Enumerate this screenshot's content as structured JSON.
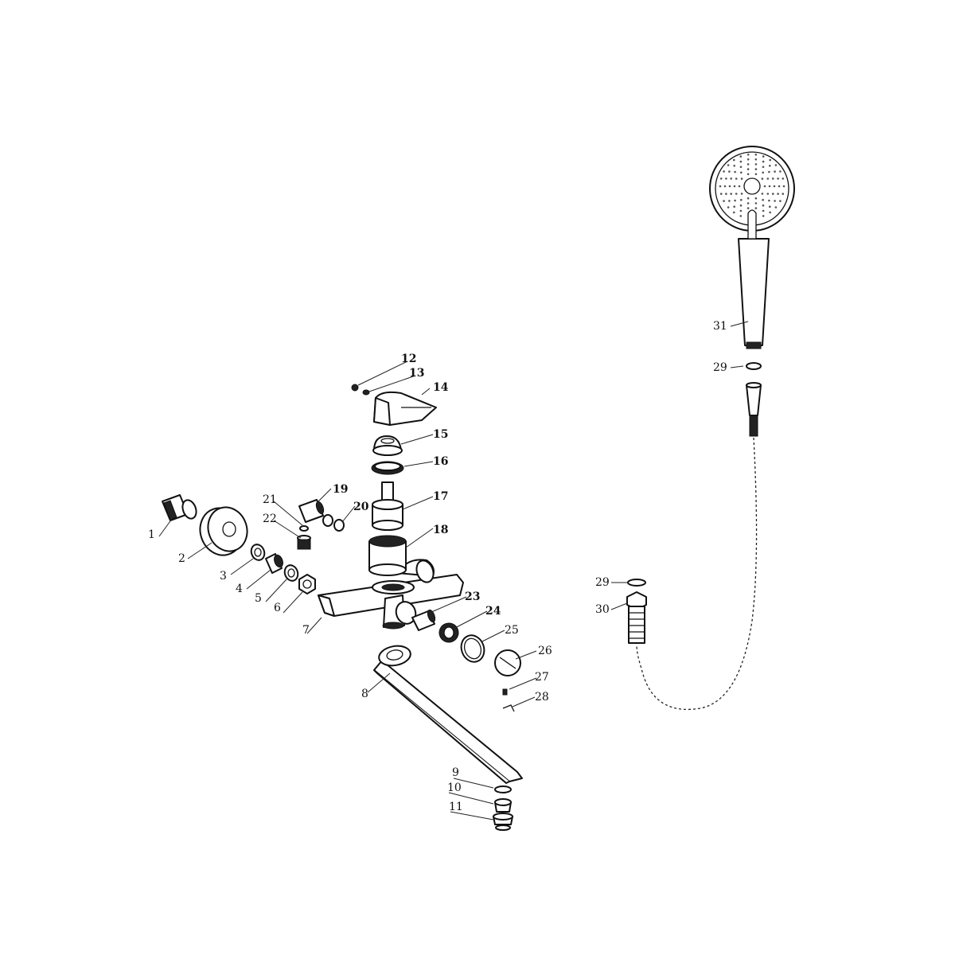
{
  "labels": {
    "p1": "1",
    "p2": "2",
    "p3": "3",
    "p4": "4",
    "p5": "5",
    "p6": "6",
    "p7": "7",
    "p8": "8",
    "p9": "9",
    "p10": "10",
    "p11": "11",
    "p12": "12",
    "p13": "13",
    "p14": "14",
    "p15": "15",
    "p16": "16",
    "p17": "17",
    "p18": "18",
    "p19": "19",
    "p20": "20",
    "p21": "21",
    "p22": "22",
    "p23": "23",
    "p24": "24",
    "p25": "25",
    "p26": "26",
    "p27": "27",
    "p28": "28",
    "p29a": "29",
    "p29b": "29",
    "p30": "30",
    "p31": "31"
  }
}
